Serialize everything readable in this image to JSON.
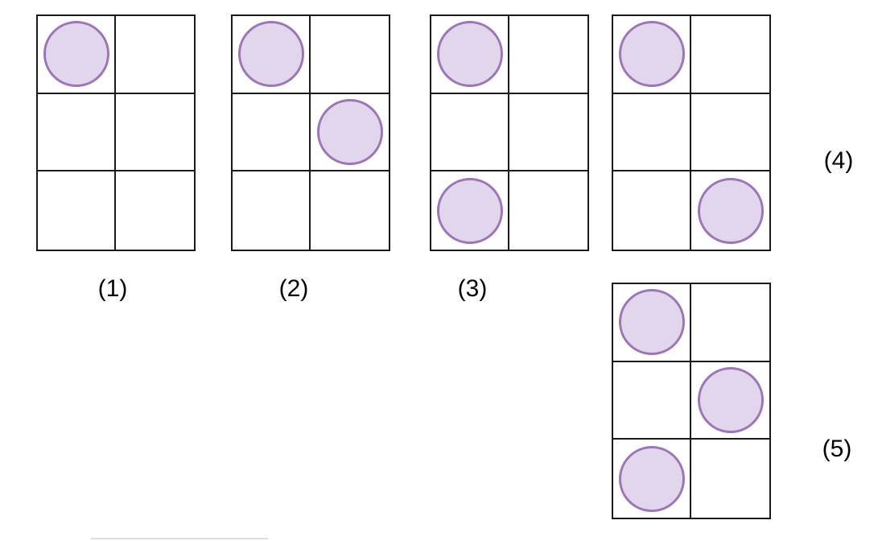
{
  "figure": {
    "grids": [
      {
        "id": 1,
        "label": "(1)",
        "rows": 3,
        "cols": 2,
        "circles": [
          {
            "row": 0,
            "col": 0
          }
        ]
      },
      {
        "id": 2,
        "label": "(2)",
        "rows": 3,
        "cols": 2,
        "circles": [
          {
            "row": 0,
            "col": 0
          },
          {
            "row": 1,
            "col": 1
          }
        ]
      },
      {
        "id": 3,
        "label": "(3)",
        "rows": 3,
        "cols": 2,
        "circles": [
          {
            "row": 0,
            "col": 0
          },
          {
            "row": 2,
            "col": 0
          }
        ]
      },
      {
        "id": 4,
        "label": "(4)",
        "rows": 3,
        "cols": 2,
        "circles": [
          {
            "row": 0,
            "col": 0
          },
          {
            "row": 2,
            "col": 1
          }
        ]
      },
      {
        "id": 5,
        "label": "(5)",
        "rows": 3,
        "cols": 2,
        "circles": [
          {
            "row": 0,
            "col": 0
          },
          {
            "row": 1,
            "col": 1
          },
          {
            "row": 2,
            "col": 0
          }
        ]
      }
    ],
    "circle_counts": [
      1,
      2,
      2,
      2,
      3
    ]
  },
  "colors": {
    "circle_fill": "#e2d6ec",
    "circle_stroke": "#9c76b7",
    "grid_border": "#1a1a1a",
    "label_text": "#000000",
    "divider_line": "#dcdcdc"
  }
}
